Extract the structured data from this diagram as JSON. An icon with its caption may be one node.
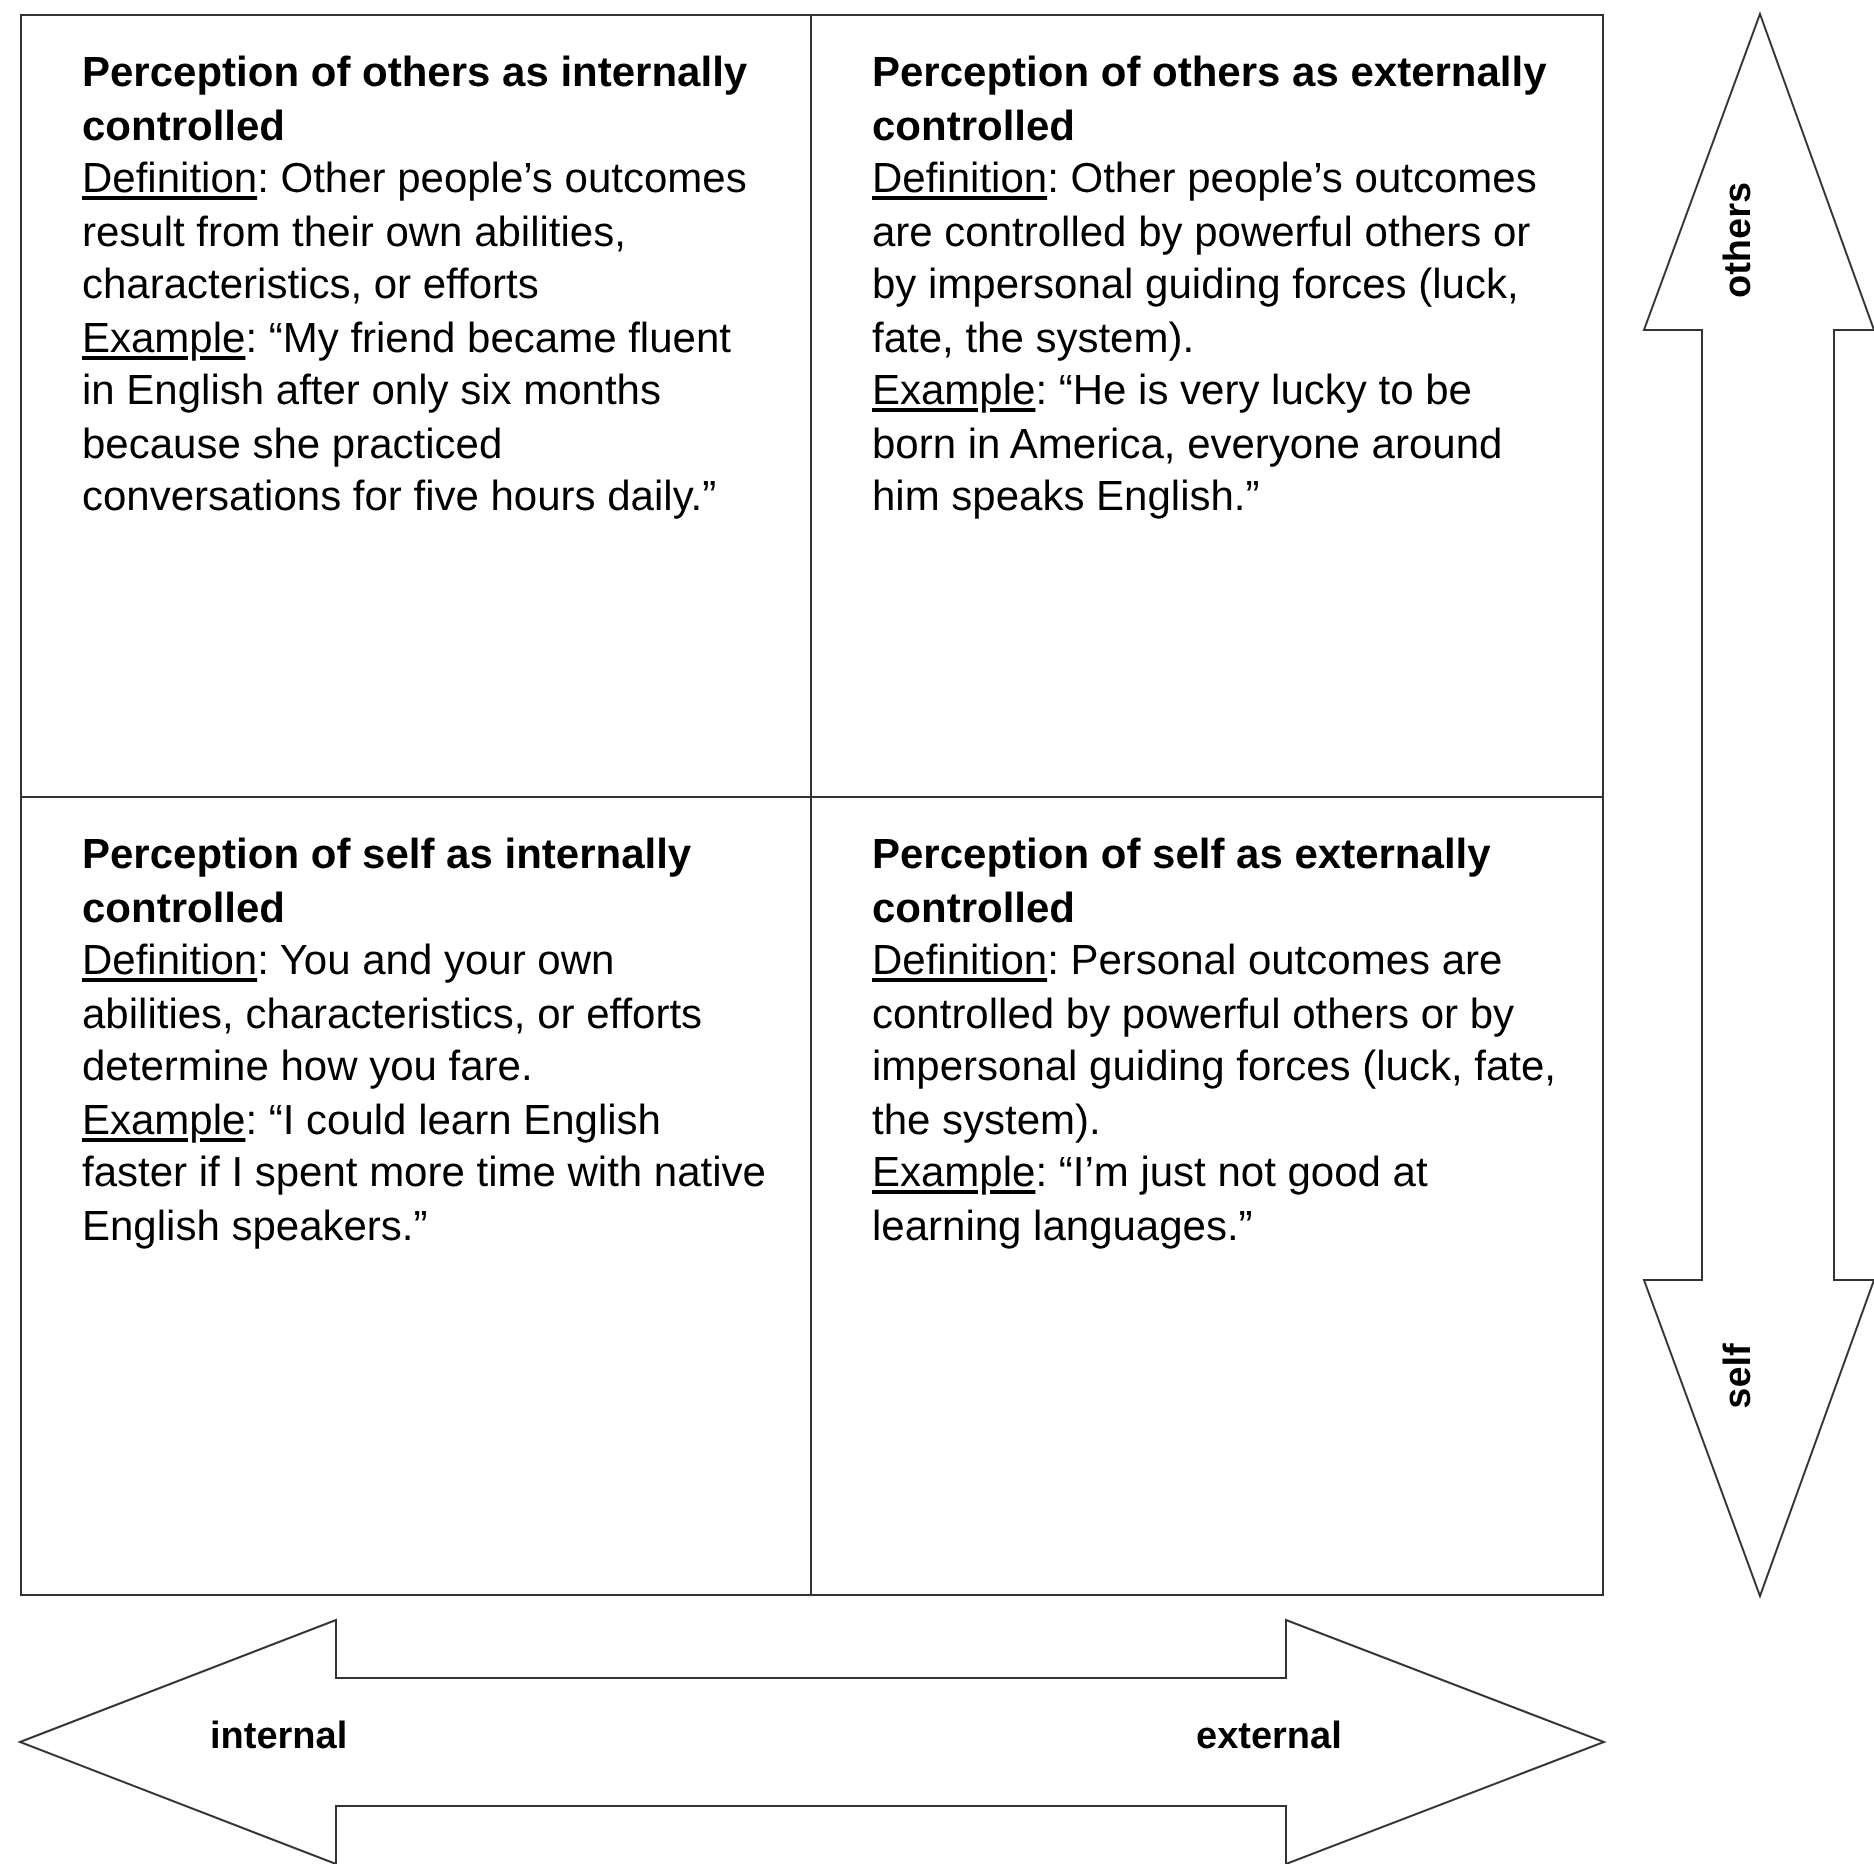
{
  "diagram": {
    "nodes": [
      {
        "text": [
          "Perception of others as internally controlled",
          "Definition: Other people’s outcomes result from their own abilities, characteristics, or efforts",
          "Example: “My friend became fluent in English after only six months because she practiced conversations for five hours daily.”"
        ]
      },
      {
        "text": [
          "Perception of others as externally controlled",
          "Definition: Other people’s outcomes are controlled by powerful others or by impersonal guiding forces (luck, fate, the system).",
          "Example: “He is very lucky to be born in America, everyone around him speaks English.”"
        ]
      },
      {
        "text": [
          "Perception of self as internally controlled",
          "Definition: You and your own abilities, characteristics, or efforts determine how you fare.",
          "Example: “I could learn English faster if I spent more time with native English speakers.”"
        ]
      },
      {
        "text": [
          "Perception of self as externally controlled",
          "Definition: Personal outcomes are controlled by powerful others or by impersonal guiding forces (luck, fate, the system).",
          "Example: “I’m just not good at learning languages.”"
        ]
      }
    ],
    "edges": [],
    "labels": [
      "others",
      "self",
      "internal",
      "external"
    ]
  }
}
